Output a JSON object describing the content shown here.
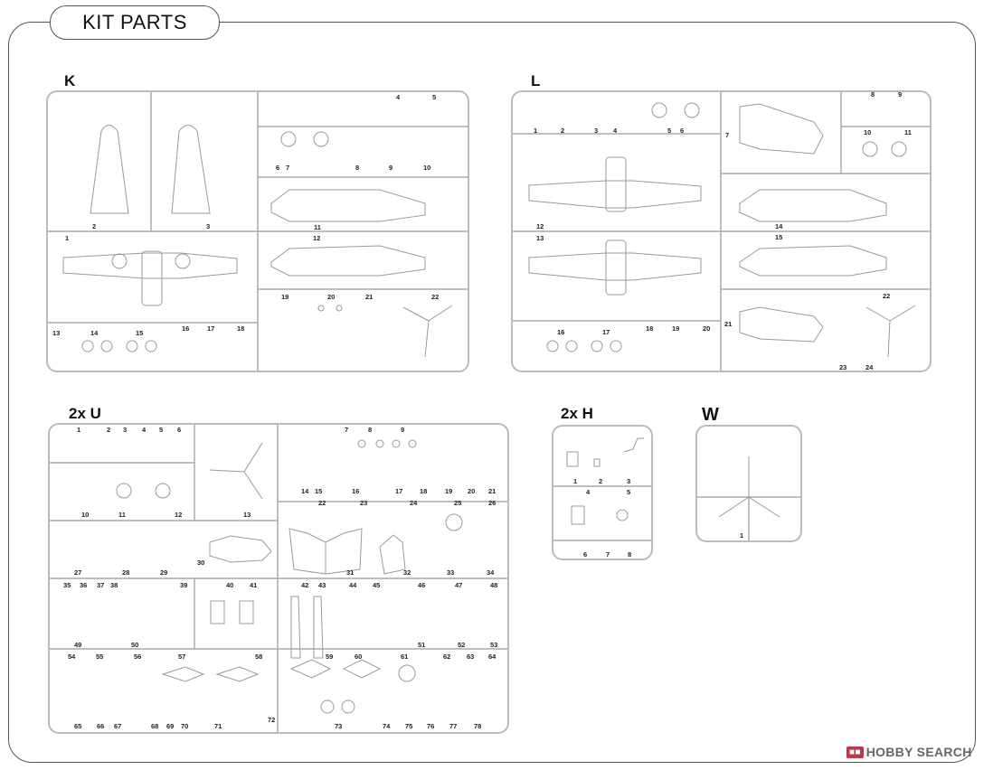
{
  "title": "KIT PARTS",
  "watermark": "HOBBY SEARCH",
  "sprues": {
    "K": {
      "label": "K",
      "numbers": [
        "1",
        "2",
        "3",
        "4",
        "5",
        "6",
        "7",
        "8",
        "9",
        "10",
        "11",
        "12",
        "13",
        "14",
        "15",
        "16",
        "17",
        "18",
        "19",
        "20",
        "21",
        "22"
      ]
    },
    "L": {
      "label": "L",
      "numbers": [
        "1",
        "2",
        "3",
        "4",
        "5",
        "6",
        "7",
        "8",
        "9",
        "10",
        "11",
        "12",
        "13",
        "14",
        "15",
        "16",
        "17",
        "18",
        "19",
        "20",
        "21",
        "22",
        "23",
        "24"
      ]
    },
    "U": {
      "label": "2x U",
      "numbers": [
        "1",
        "2",
        "3",
        "4",
        "5",
        "6",
        "7",
        "8",
        "9",
        "10",
        "11",
        "12",
        "13",
        "14",
        "15",
        "16",
        "17",
        "18",
        "19",
        "20",
        "21",
        "22",
        "23",
        "24",
        "25",
        "26",
        "27",
        "28",
        "29",
        "30",
        "31",
        "32",
        "33",
        "34",
        "35",
        "36",
        "37",
        "38",
        "39",
        "40",
        "41",
        "42",
        "43",
        "44",
        "45",
        "46",
        "47",
        "48",
        "49",
        "50",
        "51",
        "52",
        "53",
        "54",
        "55",
        "56",
        "57",
        "58",
        "59",
        "60",
        "61",
        "62",
        "63",
        "64",
        "65",
        "66",
        "67",
        "68",
        "69",
        "70",
        "71",
        "72",
        "73",
        "74",
        "75",
        "76",
        "77",
        "78"
      ]
    },
    "H": {
      "label": "2x H",
      "numbers": [
        "1",
        "2",
        "3",
        "4",
        "5",
        "6",
        "7",
        "8"
      ]
    },
    "W": {
      "label": "W",
      "numbers": [
        "1"
      ]
    }
  }
}
